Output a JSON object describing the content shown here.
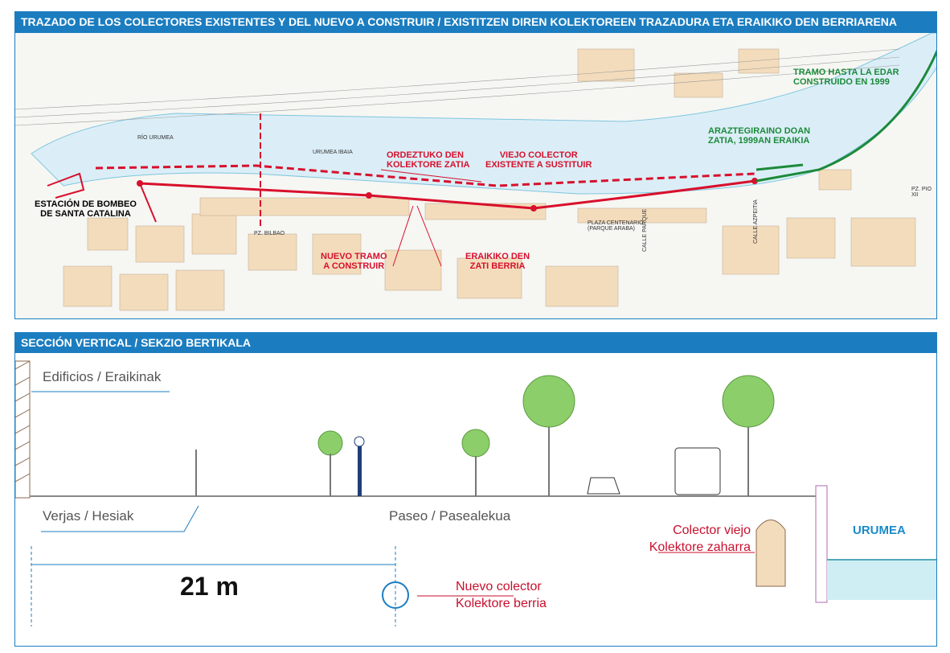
{
  "map": {
    "title": "TRAZADO DE LOS COLECTORES EXISTENTES Y DEL NUEVO A CONSTRUIR / EXISTITZEN DIREN KOLEKTOREEN TRAZADURA ETA ERAIKIKO DEN BERRIARENA",
    "labels": {
      "rio_urumea": "RÍO URUMEA",
      "urumea_ibaia": "URUMEA IBAIA",
      "station_1": "ESTACIÓN DE BOMBEO",
      "station_2": "DE SANTA CATALINA",
      "pz_bilbao": "PZ. BILBAO",
      "ordeztuko_1": "ORDEZTUKO DEN",
      "ordeztuko_2": "KOLEKTORE ZATIA",
      "viejo_1": "VIEJO COLECTOR",
      "viejo_2": "EXISTENTE A SUSTITUIR",
      "nuevo_1": "NUEVO TRAMO",
      "nuevo_2": "A CONSTRUIR",
      "eraikiko_1": "ERAIKIKO DEN",
      "eraikiko_2": "ZATI BERRIA",
      "plaza_1": "PLAZA CENTENARIO",
      "plaza_2": "(PARQUE ARABA)",
      "calle_parque": "CALLE PARQUE",
      "calle_azpeitia": "CALLE AZPEITIA",
      "araz_1": "ARAZTEGIRAINO DOAN",
      "araz_2": "ZATIA, 1999AN ERAIKIA",
      "tramo_1": "TRAMO HASTA LA EDAR",
      "tramo_2": "CONSTRUIDO EN 1999",
      "pz_pio": "PZ. PIO XII"
    },
    "colors": {
      "red": "#d8102c",
      "green": "#1c8a3a",
      "river": "#dbeef7",
      "block": "#f3dcbc"
    }
  },
  "section": {
    "title": "SECCIÓN VERTICAL / SEKZIO BERTIKALA",
    "edificios": "Edificios / Eraikinak",
    "verjas": "Verjas / Hesiak",
    "paseo": "Paseo / Pasealekua",
    "colector_viejo_1": "Colector viejo",
    "colector_viejo_2": "Kolektore zaharra",
    "urumea": "URUMEA",
    "distance": "21 m",
    "nuevo_1": "Nuevo colector",
    "nuevo_2": "Kolektore berria"
  }
}
